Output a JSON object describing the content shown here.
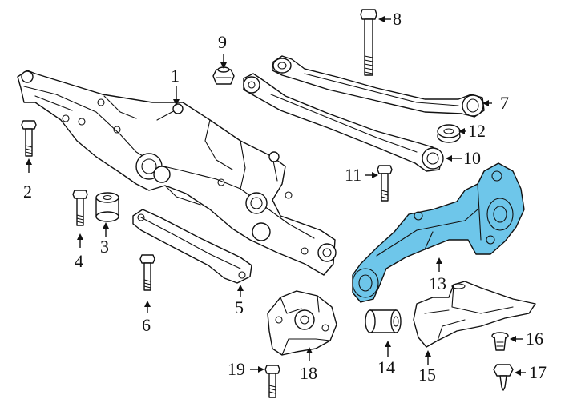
{
  "diagram": {
    "highlight_color": "#6ec6ea",
    "line_color": "#111111",
    "background": "#ffffff",
    "parts": [
      {
        "id": "p1",
        "label": "1",
        "icon": "rear-subframe-icon"
      },
      {
        "id": "p2",
        "label": "2",
        "icon": "bolt-icon"
      },
      {
        "id": "p3",
        "label": "3",
        "icon": "bushing-icon"
      },
      {
        "id": "p4",
        "label": "4",
        "icon": "bolt-icon"
      },
      {
        "id": "p5",
        "label": "5",
        "icon": "brace-icon"
      },
      {
        "id": "p6",
        "label": "6",
        "icon": "bolt-icon"
      },
      {
        "id": "p7",
        "label": "7",
        "icon": "upper-control-arm-icon"
      },
      {
        "id": "p8",
        "label": "8",
        "icon": "bolt-icon"
      },
      {
        "id": "p9",
        "label": "9",
        "icon": "nut-icon"
      },
      {
        "id": "p10",
        "label": "10",
        "icon": "lower-control-arm-icon"
      },
      {
        "id": "p11",
        "label": "11",
        "icon": "bolt-icon"
      },
      {
        "id": "p12",
        "label": "12",
        "icon": "washer-icon"
      },
      {
        "id": "p13",
        "label": "13",
        "icon": "knuckle-icon"
      },
      {
        "id": "p14",
        "label": "14",
        "icon": "bushing-icon"
      },
      {
        "id": "p15",
        "label": "15",
        "icon": "shield-plate-icon"
      },
      {
        "id": "p16",
        "label": "16",
        "icon": "clip-icon"
      },
      {
        "id": "p17",
        "label": "17",
        "icon": "screw-icon"
      },
      {
        "id": "p18",
        "label": "18",
        "icon": "mount-bracket-icon"
      },
      {
        "id": "p19",
        "label": "19",
        "icon": "bolt-icon"
      }
    ]
  }
}
